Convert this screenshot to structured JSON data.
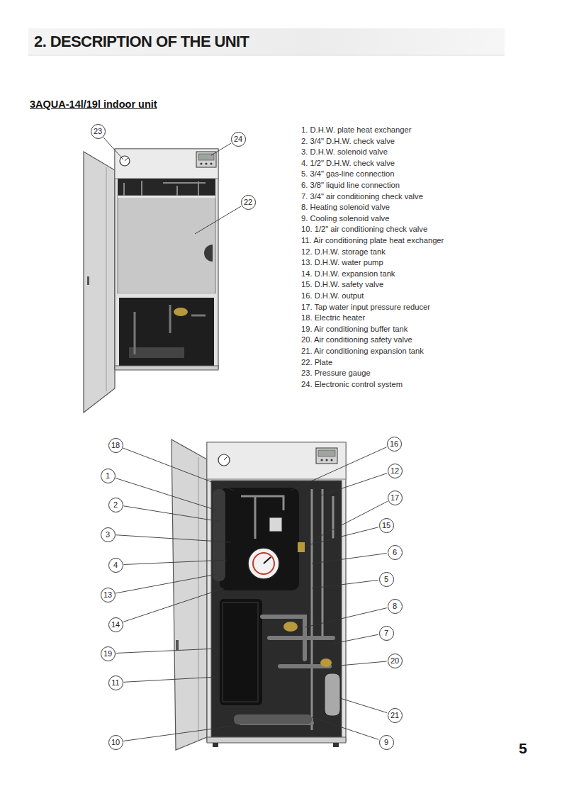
{
  "diagram": {
    "title": "2. DESCRIPTION OF THE UNIT",
    "nodes": [
      {
        "text": [
          "23"
        ]
      },
      {
        "text": [
          "24"
        ]
      },
      {
        "text": [
          "22"
        ]
      },
      {
        "text": [
          "18"
        ]
      },
      {
        "text": [
          "16"
        ]
      },
      {
        "text": [
          "1"
        ]
      },
      {
        "text": [
          "12"
        ]
      },
      {
        "text": [
          "2"
        ]
      },
      {
        "text": [
          "17"
        ]
      },
      {
        "text": [
          "3"
        ]
      },
      {
        "text": [
          "15"
        ]
      },
      {
        "text": [
          "4"
        ]
      },
      {
        "text": [
          "6"
        ]
      },
      {
        "text": [
          "13"
        ]
      },
      {
        "text": [
          "5"
        ]
      },
      {
        "text": [
          "14"
        ]
      },
      {
        "text": [
          "8"
        ]
      },
      {
        "text": [
          "19"
        ]
      },
      {
        "text": [
          "7"
        ]
      },
      {
        "text": [
          "11"
        ]
      },
      {
        "text": [
          "20"
        ]
      },
      {
        "text": [
          "21"
        ]
      },
      {
        "text": [
          "10"
        ]
      },
      {
        "text": [
          "9"
        ]
      }
    ],
    "labels": [
      "3AQUA-14l/19l indoor unit",
      "1. D.H.W. plate heat exchanger",
      "2. 3/4\" D.H.W. check valve",
      "3. D.H.W. solenoid valve",
      "4. 1/2\" D.H.W. check valve",
      "5. 3/4\" gas-line connection",
      "6. 3/8\" liquid line connection",
      "7. 3/4\" air conditioning check valve",
      "8. Heating solenoid valve",
      "9. Cooling solenoid valve",
      "10. 1/2\" air conditioning check valve",
      "11. Air conditioning plate heat exchanger",
      "12. D.H.W. storage tank",
      "13. D.H.W. water pump",
      "14. D.H.W. expansion tank",
      "15. D.H.W. safety valve",
      "16. D.H.W. output",
      "17. Tap water input pressure reducer",
      "18. Electric heater",
      "19. Air conditioning buffer tank",
      "20. Air conditioning safety valve",
      "21. Air conditioning expansion tank",
      "22. Plate",
      "23. Pressure gauge",
      "24. Electronic control system",
      "5"
    ]
  }
}
